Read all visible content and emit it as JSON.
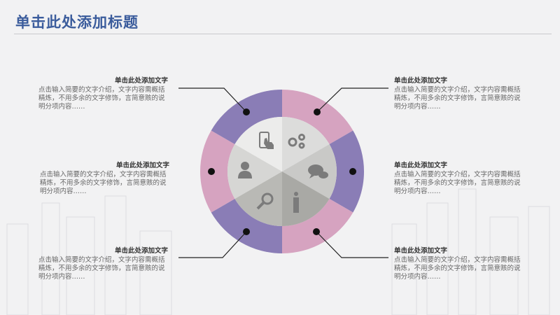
{
  "header": {
    "title": "单击此处添加标题"
  },
  "colors": {
    "purple": "#8a7db6",
    "pink": "#d6a3c0",
    "title": "#3b5c9c"
  },
  "items": [
    {
      "title": "单击此处添加文字",
      "body": "点击输入简要的文字介绍，文字内容需概括精炼，不用多余的文字修饰，言简意赅的说明分项内容……",
      "icon": "phone-touch-icon"
    },
    {
      "title": "单击此处添加文字",
      "body": "点击输入简要的文字介绍，文字内容需概括精炼，不用多余的文字修饰，言简意赅的说明分项内容……",
      "icon": "gears-icon"
    },
    {
      "title": "单击此处添加文字",
      "body": "点击输入简要的文字介绍，文字内容需概括精炼，不用多余的文字修饰，言简意赅的说明分项内容……",
      "icon": "chat-bubbles-icon"
    },
    {
      "title": "单击此处添加文字",
      "body": "点击输入简要的文字介绍，文字内容需概括精炼，不用多余的文字修饰，言简意赅的说明分项内容……",
      "icon": "info-person-icon"
    },
    {
      "title": "单击此处添加文字",
      "body": "点击输入简要的文字介绍，文字内容需概括精炼，不用多余的文字修饰，言简意赅的说明分项内容……",
      "icon": "magnifier-icon"
    },
    {
      "title": "单击此处添加文字",
      "body": "点击输入简要的文字介绍，文字内容需概括精炼，不用多余的文字修饰，言简意赅的说明分项内容……",
      "icon": "user-icon"
    }
  ]
}
